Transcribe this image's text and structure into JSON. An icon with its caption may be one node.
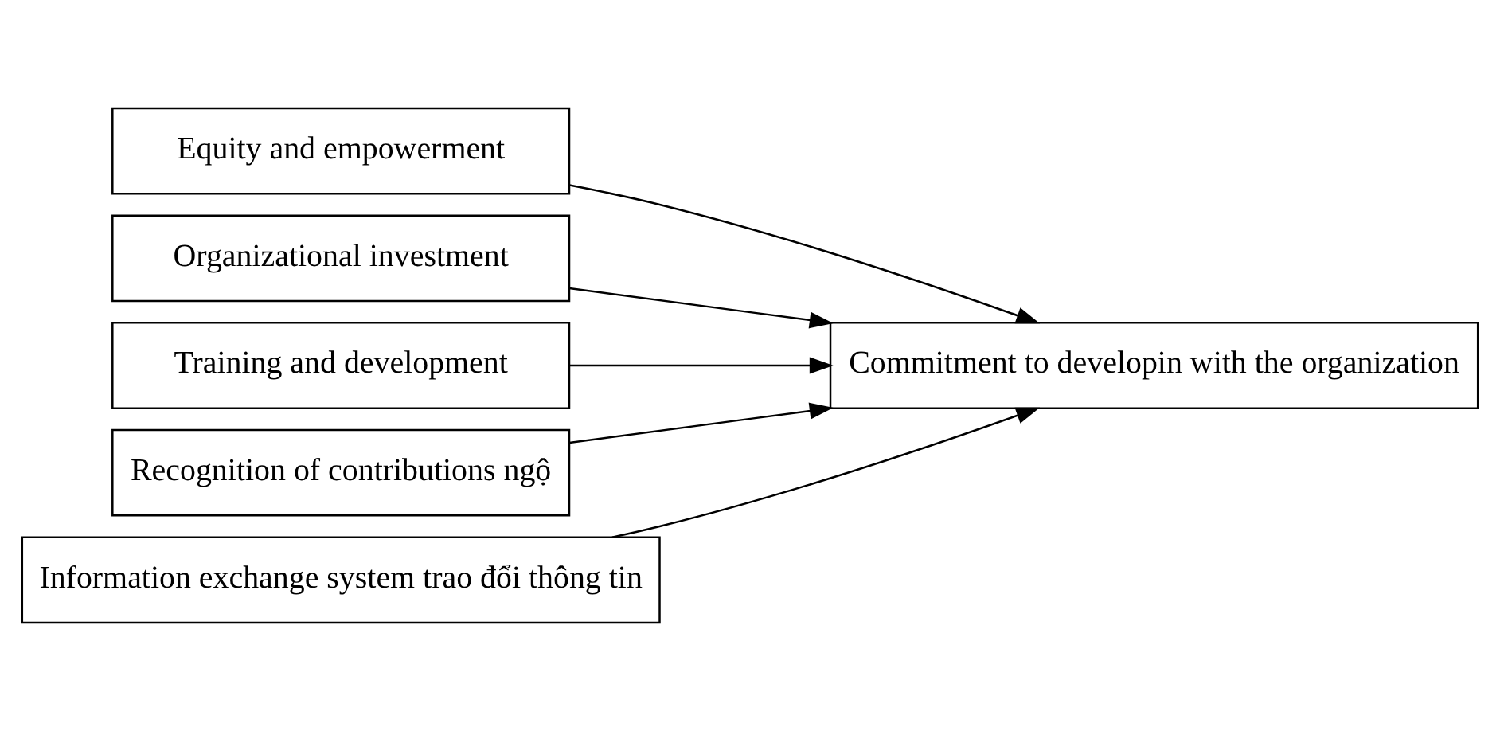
{
  "diagram": {
    "nodes": [
      {
        "text": [
          "Equity and empowerment"
        ]
      },
      {
        "text": [
          "Organizational investment"
        ]
      },
      {
        "text": [
          "Training and development"
        ]
      },
      {
        "text": [
          "Recognition of contributions ngộ"
        ]
      },
      {
        "text": [
          "Information exchange system trao đổi thông tin"
        ]
      },
      {
        "text": [
          "Commitment to developin with the organization"
        ]
      }
    ],
    "edges": [
      {
        "from": 0,
        "to": 5,
        "arrow": "to"
      },
      {
        "from": 1,
        "to": 5,
        "arrow": "to"
      },
      {
        "from": 2,
        "to": 5,
        "arrow": "to"
      },
      {
        "from": 3,
        "to": 5,
        "arrow": "to"
      },
      {
        "from": 4,
        "to": 5,
        "arrow": "to"
      }
    ]
  }
}
